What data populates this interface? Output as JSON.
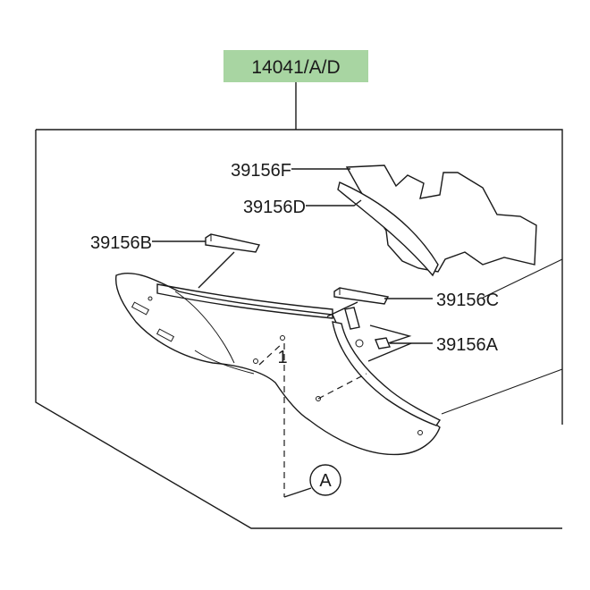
{
  "main_part": {
    "number": "14041/A/D",
    "highlight_color": "#a8d5a2"
  },
  "callouts": [
    {
      "id": "f",
      "text": "39156F"
    },
    {
      "id": "d",
      "text": "39156D"
    },
    {
      "id": "b",
      "text": "39156B"
    },
    {
      "id": "c",
      "text": "39156C"
    },
    {
      "id": "a",
      "text": "39156A"
    }
  ],
  "reference_circle": "A",
  "index_mark": "1"
}
